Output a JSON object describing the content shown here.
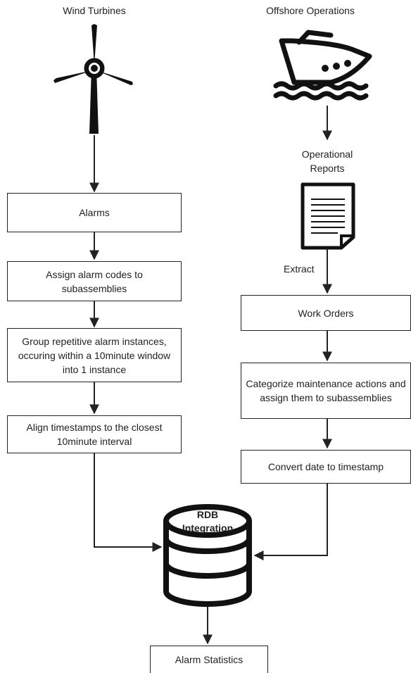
{
  "left_column": {
    "source_label": "Wind Turbines",
    "steps": [
      "Alarms",
      "Assign alarm codes to subassemblies",
      "Group repetitive alarm instances, occuring within a 10minute window into 1 instance",
      "Align timestamps to the closest 10minute interval"
    ]
  },
  "right_column": {
    "source_label": "Offshore Operations",
    "reports_label": "Operational Reports",
    "extract_label": "Extract",
    "steps": [
      "Work Orders",
      "Categorize maintenance actions and assign them to subassemblies",
      "Convert date to timestamp"
    ]
  },
  "database": {
    "label_line1": "RDB",
    "label_line2": "Integration"
  },
  "output": {
    "label": "Alarm Statistics"
  },
  "icons": [
    "wind-turbine-icon",
    "boat-icon",
    "document-icon",
    "database-icon"
  ],
  "colors": {
    "stroke": "#222222",
    "background": "#ffffff"
  }
}
